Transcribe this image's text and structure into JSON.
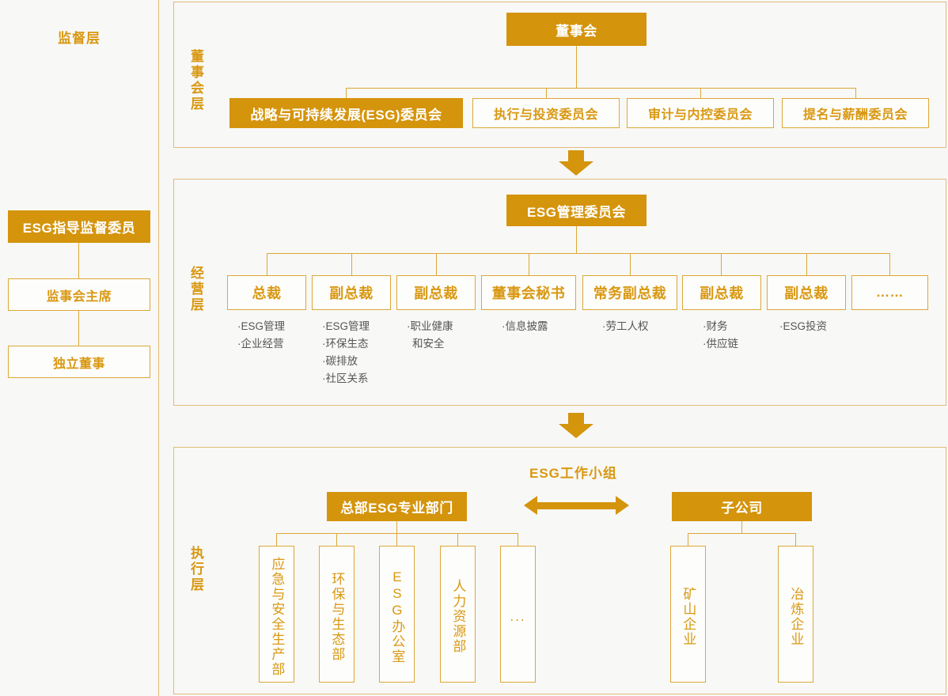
{
  "supervision": {
    "title": "监督层",
    "nodes": [
      {
        "label": "ESG指导监督委员",
        "style": "filled"
      },
      {
        "label": "监事会主席",
        "style": "outline"
      },
      {
        "label": "独立董事",
        "style": "outline"
      }
    ]
  },
  "board": {
    "layer_label": "董事会层",
    "root": "董事会",
    "committees": [
      "战略与可持续发展(ESG)委员会",
      "执行与投资委员会",
      "审计与内控委员会",
      "提名与薪酬委员会"
    ]
  },
  "management": {
    "layer_label": "经营层",
    "root": "ESG管理委员会",
    "roles": [
      {
        "title": "总裁",
        "duties": [
          "·ESG管理",
          "·企业经营"
        ]
      },
      {
        "title": "副总裁",
        "duties": [
          "·ESG管理",
          "·环保生态",
          "·碳排放",
          "·社区关系"
        ]
      },
      {
        "title": "副总裁",
        "duties": [
          "·职业健康",
          "和安全"
        ]
      },
      {
        "title": "董事会秘书",
        "duties": [
          "·信息披露"
        ]
      },
      {
        "title": "常务副总裁",
        "duties": [
          "·劳工人权"
        ]
      },
      {
        "title": "副总裁",
        "duties": [
          "·财务",
          "·供应链"
        ]
      },
      {
        "title": "副总裁",
        "duties": [
          "·ESG投资"
        ]
      },
      {
        "title": "……",
        "duties": []
      }
    ]
  },
  "execution": {
    "layer_label": "执行层",
    "title": "ESG工作小组",
    "hq_root": "总部ESG专业部门",
    "hq_departments": [
      "应急与安全生产部",
      "环保与生态部",
      "ESG办公室",
      "人力资源部",
      "..."
    ],
    "sub_root": "子公司",
    "subsidiaries": [
      "矿山企业",
      "冶炼企业"
    ]
  },
  "colors": {
    "accent": "#d4940c",
    "accent_text": "#d99812",
    "border": "#dca838",
    "panel_border": "#e0bc7a",
    "background": "#f7f7f5",
    "duty_text": "#555555"
  }
}
